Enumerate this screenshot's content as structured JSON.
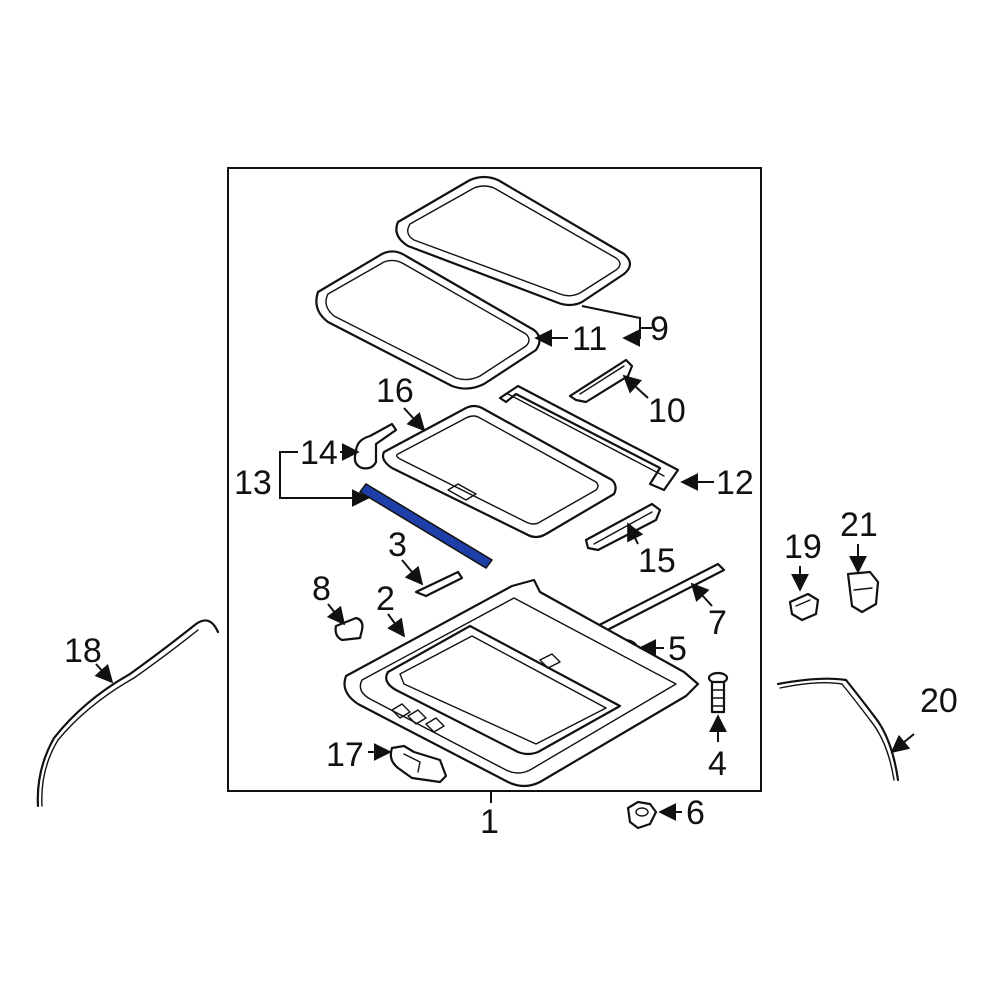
{
  "highlight_color": "#1f3fa8",
  "highlighted_part": "13",
  "callouts": {
    "c1": "1",
    "c2": "2",
    "c3": "3",
    "c4": "4",
    "c5": "5",
    "c6": "6",
    "c7": "7",
    "c8": "8",
    "c9": "9",
    "c10": "10",
    "c11": "11",
    "c12": "12",
    "c13": "13",
    "c14": "14",
    "c15": "15",
    "c16": "16",
    "c17": "17",
    "c18": "18",
    "c19": "19",
    "c20": "20",
    "c21": "21"
  }
}
